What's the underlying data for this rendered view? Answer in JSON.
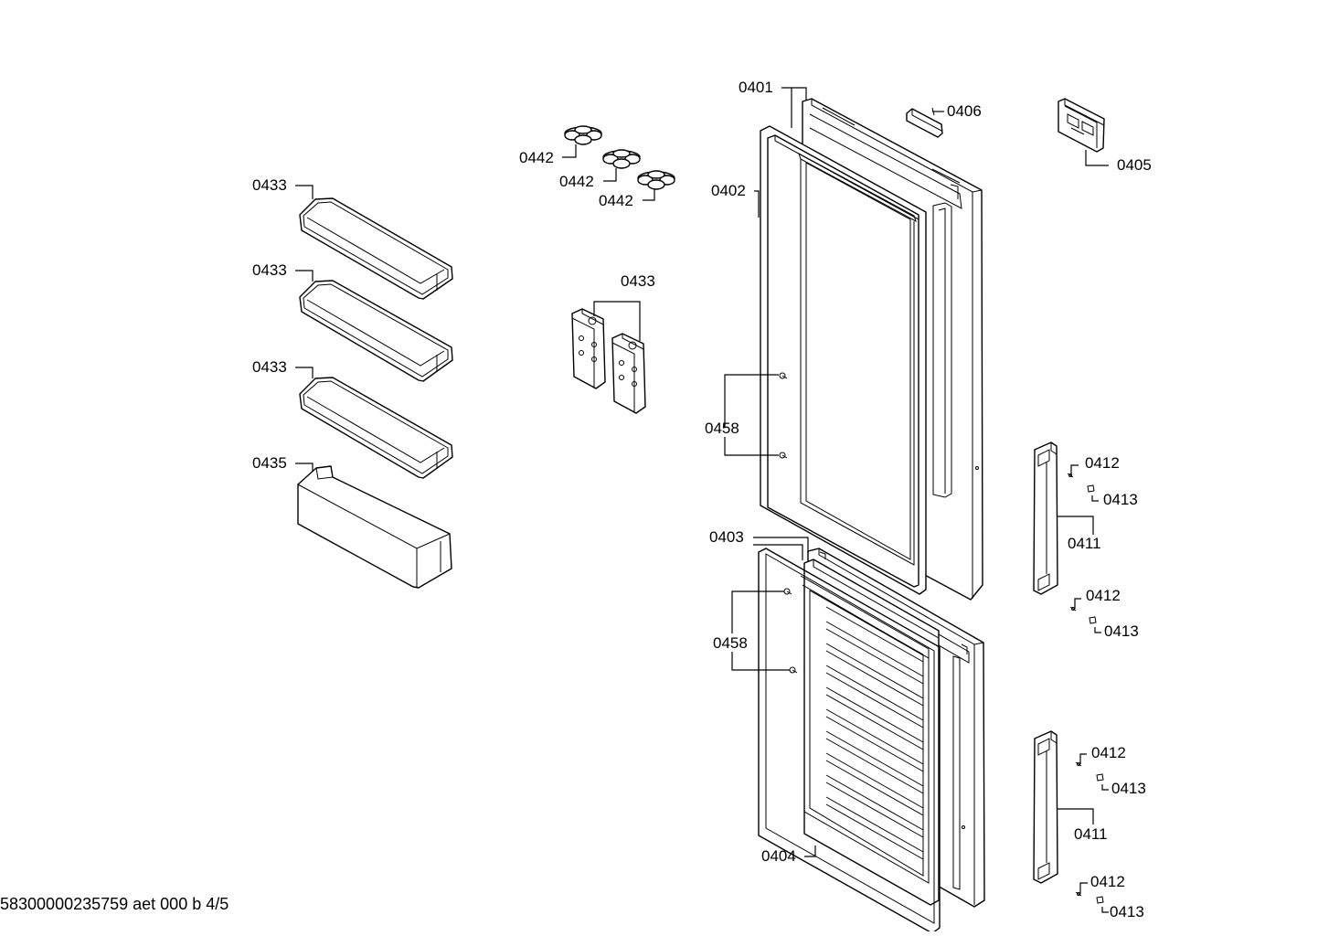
{
  "document": {
    "footer_text": "58300000235759 aet 000 b 4/5"
  },
  "labels": {
    "p0401": "0401",
    "p0402": "0402",
    "p0403": "0403",
    "p0404": "0404",
    "p0405": "0405",
    "p0406": "0406",
    "p0411": "0411",
    "p0412": "0412",
    "p0413": "0413",
    "p0433": "0433",
    "p0435": "0435",
    "p0442": "0442",
    "p0458": "0458"
  }
}
